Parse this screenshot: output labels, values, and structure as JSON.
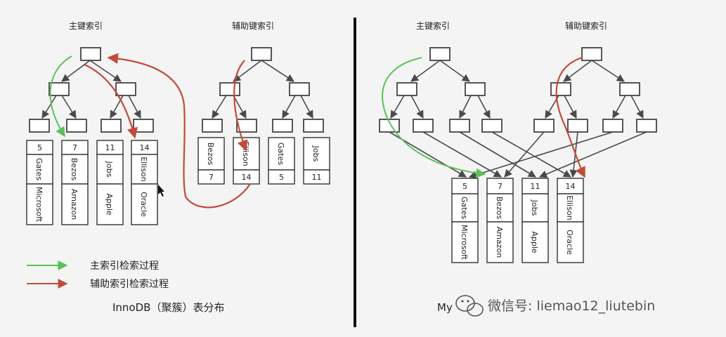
{
  "left_panel": {
    "primary_title": "主键索引",
    "secondary_title": "辅助键索引",
    "primary_leaves": [
      {
        "id": "5",
        "name": "Gates",
        "company": "Microsoft"
      },
      {
        "id": "7",
        "name": "Bezos",
        "company": "Amazon"
      },
      {
        "id": "11",
        "name": "Jobs",
        "company": "Apple"
      },
      {
        "id": "14",
        "name": "Ellison",
        "company": "Oracle"
      }
    ],
    "secondary_leaves": [
      {
        "name": "Bezos",
        "id": "7"
      },
      {
        "name": "Ellison",
        "id": "14"
      },
      {
        "name": "Gates",
        "id": "5"
      },
      {
        "name": "Jobs",
        "id": "11"
      }
    ],
    "legend": {
      "green_label": "主索引检索过程",
      "red_label": "辅助索引检索过程",
      "green_color": "#5cc05a",
      "red_color": "#c24a3a"
    },
    "caption": "InnoDB（聚簇）表分布"
  },
  "right_panel": {
    "primary_title": "主键索引",
    "secondary_title": "辅助键索引",
    "rows": [
      {
        "id": "5",
        "name": "Gates",
        "company": "Microsoft"
      },
      {
        "id": "7",
        "name": "Bezos",
        "company": "Amazon"
      },
      {
        "id": "11",
        "name": "Jobs",
        "company": "Apple"
      },
      {
        "id": "14",
        "name": "Ellison",
        "company": "Oracle"
      }
    ],
    "caption": "My"
  },
  "watermark": {
    "text": "微信号: liemao12_liutebin",
    "icon": "wechat-icon"
  }
}
